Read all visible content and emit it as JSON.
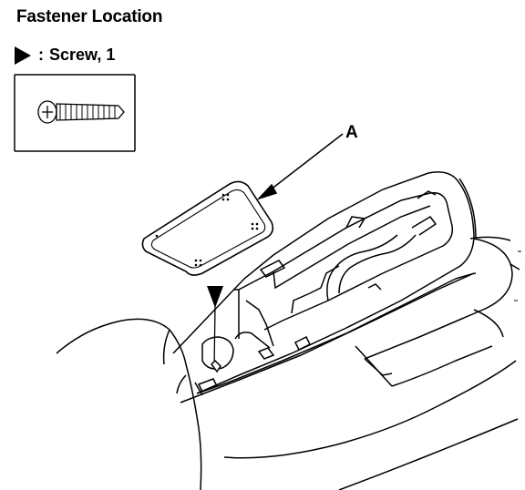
{
  "heading": {
    "title": "Fastener Location"
  },
  "legend": {
    "symbol": "triangle-marker",
    "colon": ":",
    "label": "Screw, 1"
  },
  "callouts": {
    "a_label": "A"
  }
}
